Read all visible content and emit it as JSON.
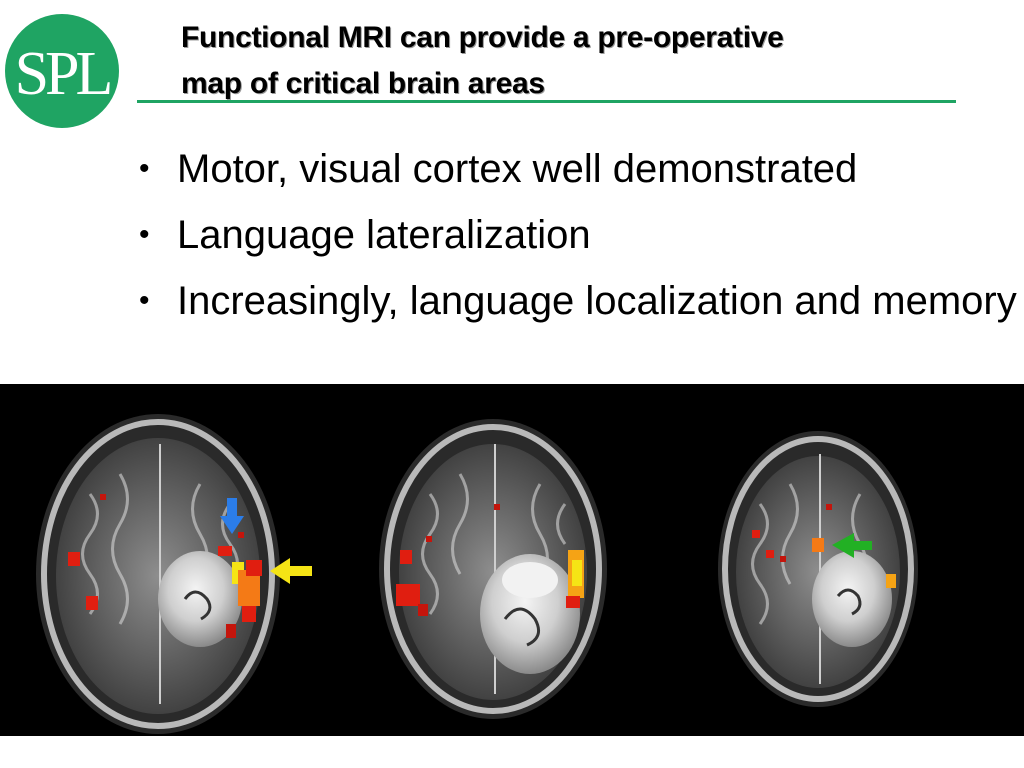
{
  "logo": {
    "text": "SPL",
    "color": "#1fa463"
  },
  "title": {
    "line1": "Functional MRI can provide a pre-operative",
    "line2": "map of critical brain areas"
  },
  "bullets": [
    {
      "text": "Motor, visual cortex well demonstrated"
    },
    {
      "text": "Language lateralization"
    },
    {
      "text": "Increasingly, language localization and memory"
    }
  ],
  "figure": {
    "panels": 3,
    "arrows": [
      {
        "icon": "arrow-down-icon",
        "color": "#2b7de9"
      },
      {
        "icon": "arrow-left-icon",
        "color": "#f5e415"
      },
      {
        "icon": "arrow-left-icon",
        "color": "#22b024"
      }
    ]
  }
}
